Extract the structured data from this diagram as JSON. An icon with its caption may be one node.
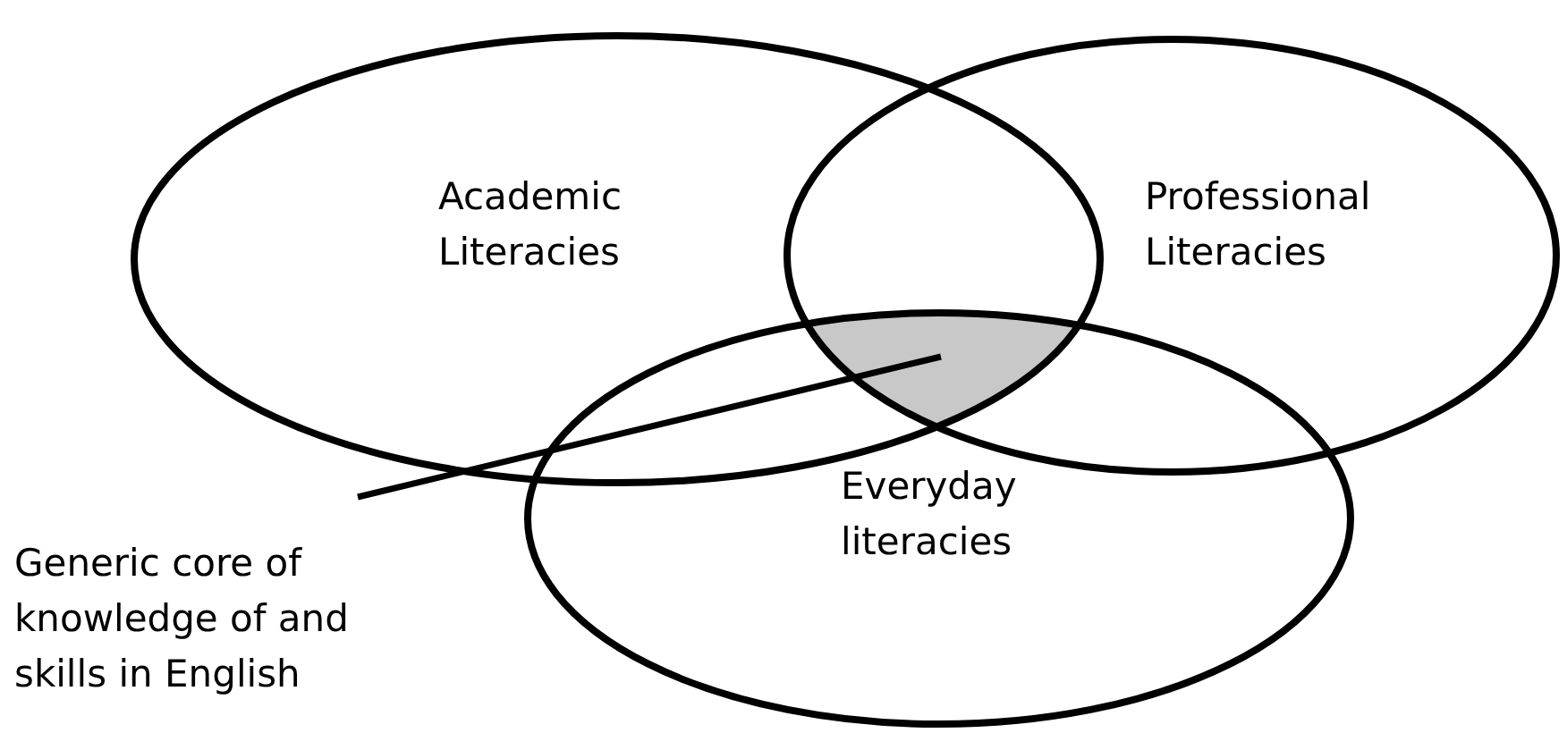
{
  "diagram": {
    "nodes": [
      {
        "text": [
          "Academic Literacies"
        ]
      },
      {
        "text": [
          "Professional Literacies"
        ]
      },
      {
        "text": [
          "Everyday literacies"
        ]
      },
      {
        "text": [
          "Generic core of knowledge of and skills in English"
        ]
      },
      {
        "text": [],
        "shape": "region"
      }
    ],
    "edges": [
      {
        "from": 3,
        "to": 4,
        "arrow": "none"
      }
    ]
  }
}
